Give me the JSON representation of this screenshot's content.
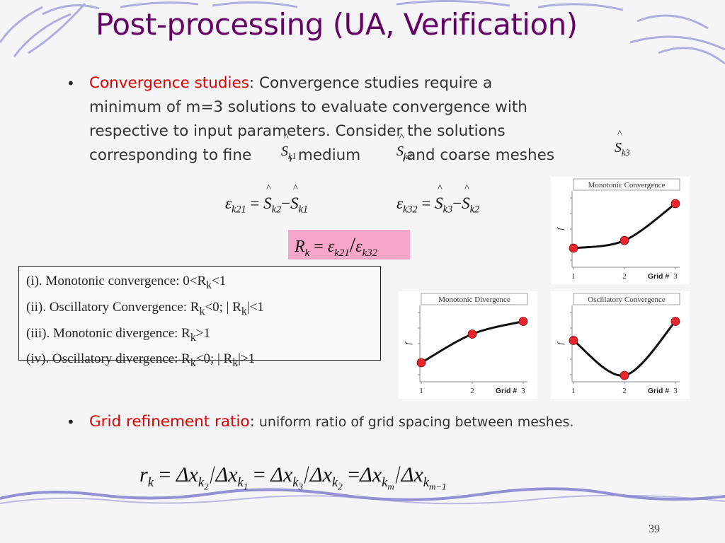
{
  "slide": {
    "title": "Post-processing (UA, Verification)",
    "page_number": "39",
    "colors": {
      "title": "#660066",
      "highlight": "#e00000",
      "rk_box": "#f6a6c8",
      "curve_point": "#e8242c",
      "scroll_decor": "#9a96d8"
    }
  },
  "bullets": [
    {
      "highlight": "Convergence studies",
      "sep": ":",
      "text_lines": [
        " Convergence studies require a",
        "minimum of m=3 solutions to evaluate convergence with",
        "respective to input parameters. Consider the solutions",
        "corresponding to fine"
      ],
      "mid1": ", medium",
      "mid2": ",and coarse meshes"
    },
    {
      "highlight": "Grid refinement ratio",
      "sep": ":",
      "text": " uniform ratio of grid spacing between meshes."
    }
  ],
  "symbols": {
    "s": "S",
    "k1": "k1",
    "k2": "k2",
    "k3": "k3",
    "eps": "ε",
    "k21": "k21",
    "k32": "k32",
    "eq": "=",
    "minus": "−",
    "slash": "/",
    "R": "R",
    "k": "k",
    "r": "r",
    "dx": "Δx",
    "km": "m",
    "km1": "m−1",
    "sub1": "1",
    "sub2": "2",
    "sub3": "3"
  },
  "cases": [
    "(i).  Monotonic convergence: 0<R",
    "(ii). Oscillatory Convergence: R",
    "(iii). Monotonic divergence: R",
    "(iv). Oscillatory divergence: R"
  ],
  "case_tails": [
    "<1",
    "<0; | R",
    ">1",
    "<0; | R"
  ],
  "case_tails2": [
    "",
    "|<1",
    "",
    "|>1"
  ],
  "chart_data": [
    {
      "type": "line",
      "title": "Monotonic Convergence",
      "xlabel": "Grid #",
      "ylabel": "f",
      "x": [
        1,
        2,
        3
      ],
      "y": [
        0.3,
        0.42,
        1.0
      ],
      "xlim": [
        1,
        3
      ],
      "ylim": [
        0,
        1.2
      ],
      "point_color": "#e8242c",
      "ticks": [
        "1",
        "2",
        "3"
      ]
    },
    {
      "type": "line",
      "title": "Monotonic Divergence",
      "xlabel": "Grid #",
      "ylabel": "f",
      "x": [
        1,
        2,
        3
      ],
      "y": [
        0.3,
        0.75,
        0.95
      ],
      "xlim": [
        1,
        3
      ],
      "ylim": [
        0,
        1.2
      ],
      "point_color": "#e8242c",
      "ticks": [
        "1",
        "2",
        "3"
      ]
    },
    {
      "type": "line",
      "title": "Oscillatory Convergence",
      "xlabel": "Grid #",
      "ylabel": "f",
      "x": [
        1,
        2,
        3
      ],
      "y": [
        0.65,
        0.1,
        0.95
      ],
      "xlim": [
        1,
        3
      ],
      "ylim": [
        0,
        1.2
      ],
      "point_color": "#e8242c",
      "ticks": [
        "1",
        "2",
        "3"
      ]
    }
  ]
}
